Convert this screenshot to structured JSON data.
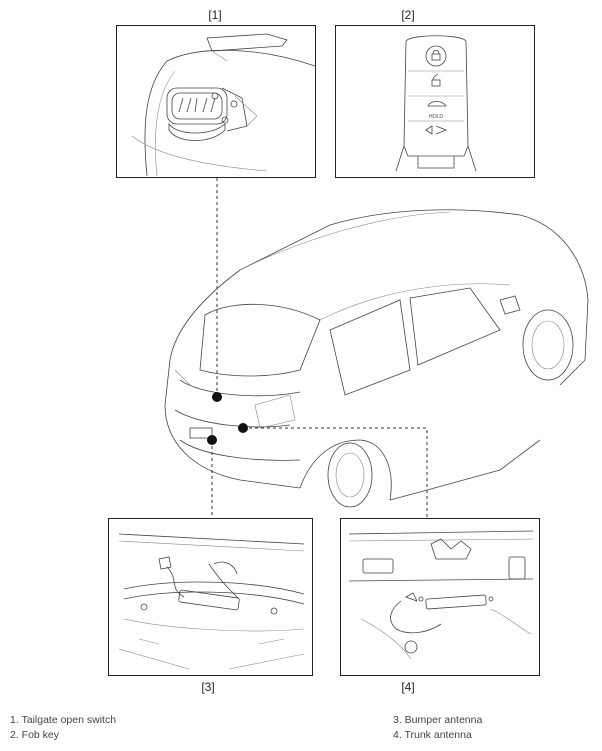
{
  "callouts": {
    "c1": "[1]",
    "c2": "[2]",
    "c3": "[3]",
    "c4": "[4]"
  },
  "legend": {
    "item1": "1. Tailgate open switch",
    "item2": "2. Fob key",
    "item3": "3. Bumper antenna",
    "item4": "4. Trunk antenna"
  },
  "fob": {
    "hold_label": "HOLD"
  }
}
